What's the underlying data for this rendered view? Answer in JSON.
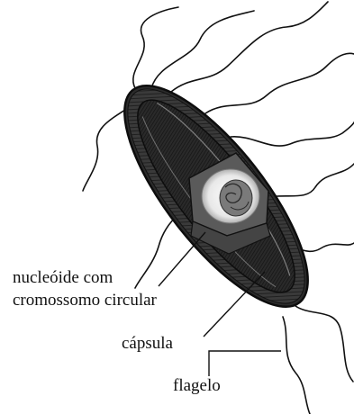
{
  "diagram": {
    "labels": {
      "nucleoid_line1": "nucleóide com",
      "nucleoid_line2": "cromossomo circular",
      "capsule": "cápsula",
      "flagellum": "flagelo"
    },
    "colors": {
      "ink": "#111111",
      "cell_body": "#3a3a3a",
      "cell_dark": "#1c1c1c",
      "nucleoid_halo": "#f4f4f4",
      "nucleoid_core": "#7a7a7a"
    }
  }
}
